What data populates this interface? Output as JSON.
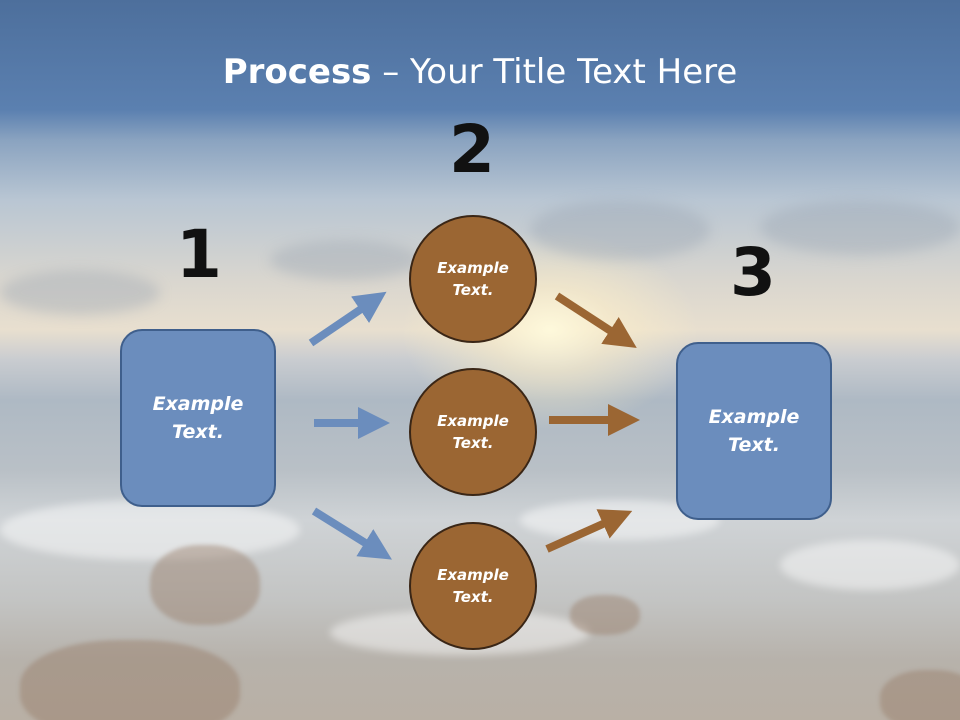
{
  "slide": {
    "title_bold": "Process",
    "title_rest": " – Your Title Text Here",
    "step_numbers": [
      "1",
      "2",
      "3"
    ],
    "left_box": "Example Text.",
    "right_box": "Example Text.",
    "circles": [
      "Example Text.",
      "Example Text.",
      "Example Text."
    ]
  },
  "colors": {
    "box_fill": "#6b8dbd",
    "circle_fill": "#9b6633",
    "blue_arrow": "#6b8dbd",
    "brown_arrow": "#9b6633"
  }
}
